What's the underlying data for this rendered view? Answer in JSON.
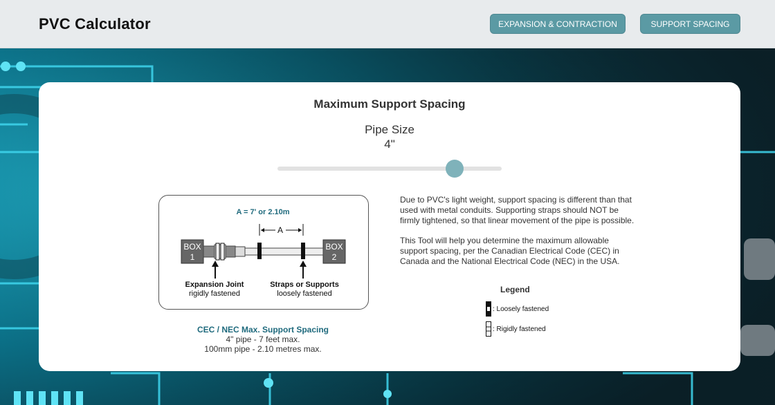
{
  "header": {
    "app_title": "PVC Calculator",
    "nav": [
      {
        "label": "EXPANSION & CONTRACTION"
      },
      {
        "label": "SUPPORT SPACING"
      }
    ]
  },
  "card": {
    "title": "Maximum Support Spacing",
    "pipe_size_label": "Pipe Size",
    "pipe_size_value": "4\"",
    "slider": {
      "position_fraction": 0.79
    },
    "diagram": {
      "measure_label": "A = 7' or 2.10m",
      "a_marker": "A",
      "box1": [
        "BOX",
        "1"
      ],
      "box2": [
        "BOX",
        "2"
      ],
      "label_left_bold": "Expansion Joint",
      "label_left_sub": "rigidly fastened",
      "label_right_bold": "Straps or Supports",
      "label_right_sub": "loosely fastened"
    },
    "caption": {
      "heading": "CEC / NEC Max. Support Spacing",
      "line1": "4\" pipe - 7 feet max.",
      "line2": "100mm pipe - 2.10 metres max."
    },
    "description": {
      "p1": "Due to PVC's light weight, support spacing is different than that used with metal conduits. Supporting straps should NOT be firmly tightened, so that linear movement of the pipe is possible.",
      "p2": "This Tool will help you determine the maximum allowable support spacing, per the Canadian Electrical Code (CEC) in Canada and the National Electrical Code (NEC) in the USA."
    },
    "legend": {
      "title": "Legend",
      "items": [
        {
          "label": ": Loosely fastened",
          "icon": "loose-fastener-icon"
        },
        {
          "label": ": Rigidly fastened",
          "icon": "rigid-fastener-icon"
        }
      ]
    }
  },
  "colors": {
    "accent_button": "#5b9aa4",
    "slider_thumb": "#7fb2ba",
    "caption_heading": "#1f6a7d",
    "diagram_label": "#1f6a7d"
  }
}
